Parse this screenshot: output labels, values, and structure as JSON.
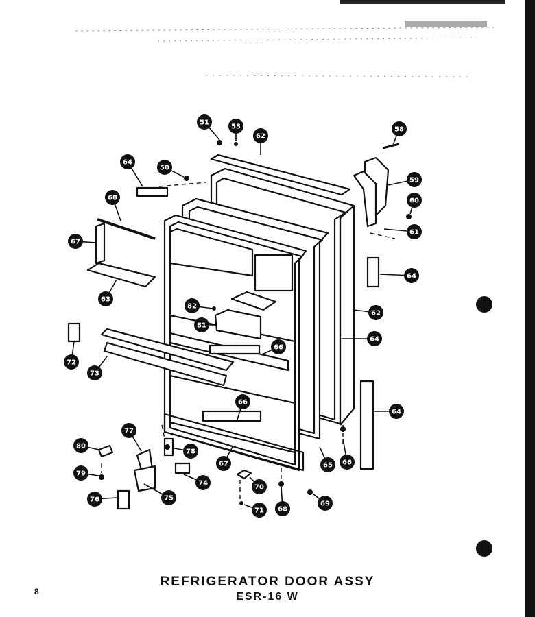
{
  "title_line1": "REFRIGERATOR DOOR ASSY",
  "title_line2": "ESR-16 W",
  "page_number": "8",
  "callouts": [
    "51",
    "53",
    "62",
    "58",
    "64",
    "50",
    "59",
    "60",
    "61",
    "68",
    "67",
    "63",
    "64",
    "82",
    "81",
    "62",
    "64",
    "72",
    "73",
    "66",
    "66",
    "64",
    "80",
    "77",
    "78",
    "79",
    "74",
    "76",
    "75",
    "67",
    "70",
    "71",
    "68",
    "69",
    "65",
    "66"
  ]
}
